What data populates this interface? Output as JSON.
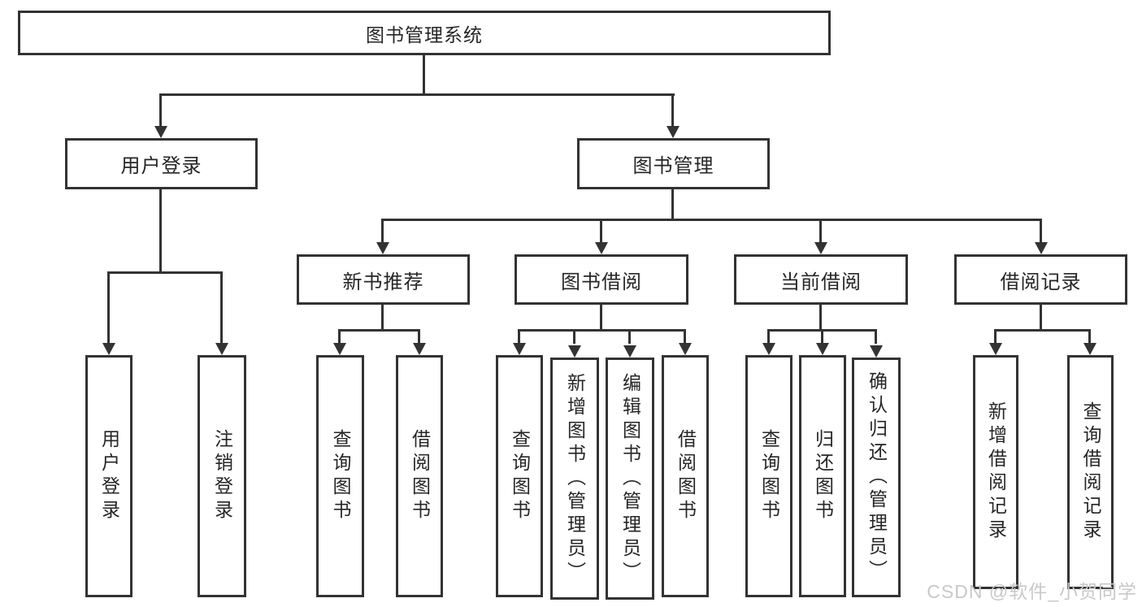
{
  "diagram": {
    "title": "图书管理系统",
    "root": {
      "label": "图书管理系统"
    },
    "level2": [
      {
        "label": "用户登录"
      },
      {
        "label": "图书管理"
      }
    ],
    "level3": [
      {
        "label": "新书推荐"
      },
      {
        "label": "图书借阅"
      },
      {
        "label": "当前借阅"
      },
      {
        "label": "借阅记录"
      }
    ],
    "leaves": {
      "login": [
        "用户登录",
        "注销登录"
      ],
      "newbook": [
        "查询图书",
        "借阅图书"
      ],
      "borrow": [
        "查询图书",
        "新增图书（管理员）",
        "编辑图书（管理员）",
        "借阅图书"
      ],
      "current": [
        "查询图书",
        "归还图书",
        "确认归还（管理员）"
      ],
      "records": [
        "新增借阅记录",
        "查询借阅记录"
      ]
    }
  },
  "watermark": "CSDN @软件_小贺同学",
  "colors": {
    "line": "#333333",
    "text": "#262626",
    "background": "#ffffff",
    "watermark": "#c9c9c9"
  }
}
